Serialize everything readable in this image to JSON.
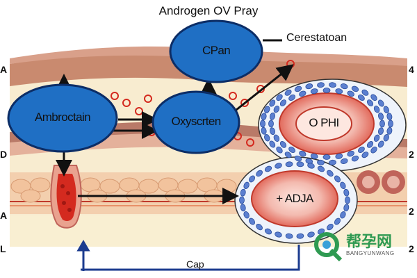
{
  "title": "Androgen OV Pray",
  "top_right_label": "Cerestatoan",
  "bottom_label": "Cap",
  "left_markers": [
    "A",
    "D",
    "A",
    "L"
  ],
  "right_markers": [
    "4",
    "2",
    "2",
    "2"
  ],
  "nodes": {
    "cpan": "CPan",
    "ambroctain": "Ambroctain",
    "oxyscrten": "Oxyscrten",
    "ophi": "O PHI",
    "adja": "+ ADJA"
  },
  "watermark": {
    "chinese": "帮孕网",
    "english": "BANGYUNWANG"
  },
  "colors": {
    "node_blue": "#1f6fc4",
    "node_outline": "#0c2d66",
    "arrow": "#111111",
    "cell_blue": "#5b7fd0",
    "tissue_pink": "#d4856c",
    "fat_yellow": "#f6e3a8",
    "blood_red": "#d42a1f",
    "watermark_green": "#2f9a52"
  }
}
